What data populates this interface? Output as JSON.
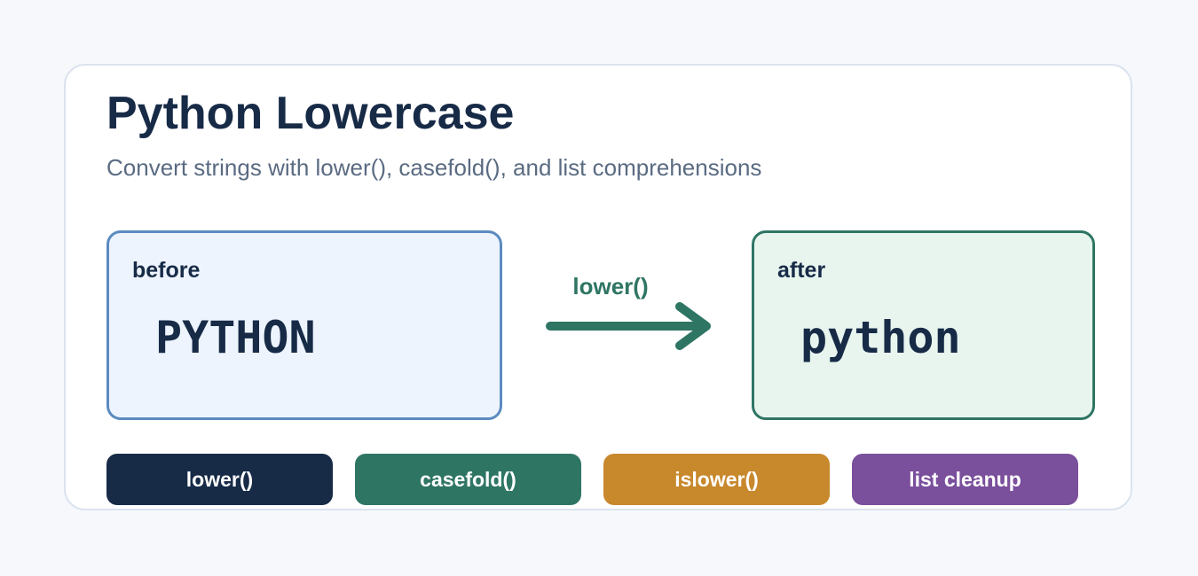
{
  "header": {
    "title": "Python Lowercase",
    "subtitle": "Convert strings with lower(), casefold(), and list comprehensions"
  },
  "before_panel": {
    "label": "before",
    "value": "PYTHON"
  },
  "transform": {
    "label": "lower()"
  },
  "after_panel": {
    "label": "after",
    "value": "python"
  },
  "pills": [
    {
      "label": "lower()",
      "color": "#172b47"
    },
    {
      "label": "casefold()",
      "color": "#2f7564"
    },
    {
      "label": "islower()",
      "color": "#c8882c"
    },
    {
      "label": "list cleanup",
      "color": "#7a4f9c"
    }
  ],
  "colors": {
    "background": "#f6f8fc",
    "card": "#ffffff",
    "before_fill": "#edf4fe",
    "before_border": "#5b8bc0",
    "after_fill": "#e8f5ee",
    "after_border": "#2f7564",
    "arrow": "#2f7564",
    "text_dark": "#172b47",
    "text_muted": "#5a6b82"
  }
}
